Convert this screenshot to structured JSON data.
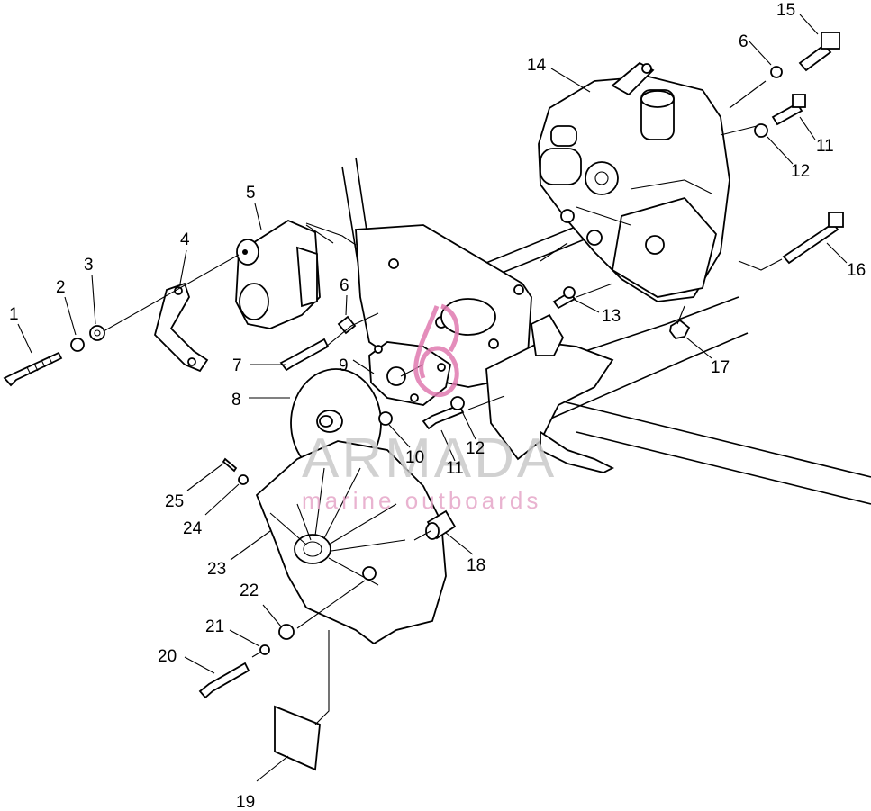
{
  "callouts": [
    {
      "id": "c1",
      "text": "1"
    },
    {
      "id": "c2",
      "text": "2"
    },
    {
      "id": "c3",
      "text": "3"
    },
    {
      "id": "c4",
      "text": "4"
    },
    {
      "id": "c5",
      "text": "5"
    },
    {
      "id": "c6a",
      "text": "6"
    },
    {
      "id": "c6b",
      "text": "6"
    },
    {
      "id": "c7",
      "text": "7"
    },
    {
      "id": "c8",
      "text": "8"
    },
    {
      "id": "c9",
      "text": "9"
    },
    {
      "id": "c10",
      "text": "10"
    },
    {
      "id": "c11a",
      "text": "11"
    },
    {
      "id": "c11b",
      "text": "11"
    },
    {
      "id": "c12a",
      "text": "12"
    },
    {
      "id": "c12b",
      "text": "12"
    },
    {
      "id": "c13",
      "text": "13"
    },
    {
      "id": "c14",
      "text": "14"
    },
    {
      "id": "c15",
      "text": "15"
    },
    {
      "id": "c16",
      "text": "16"
    },
    {
      "id": "c17",
      "text": "17"
    },
    {
      "id": "c18",
      "text": "18"
    },
    {
      "id": "c19",
      "text": "19"
    },
    {
      "id": "c20",
      "text": "20"
    },
    {
      "id": "c21",
      "text": "21"
    },
    {
      "id": "c22",
      "text": "22"
    },
    {
      "id": "c23",
      "text": "23"
    },
    {
      "id": "c24",
      "text": "24"
    },
    {
      "id": "c25",
      "text": "25"
    }
  ],
  "watermark": {
    "title": "ARMADA",
    "subtitle": "marine outboards",
    "logo_color": "#e07ab0",
    "title_color": "#c9c9c9"
  }
}
